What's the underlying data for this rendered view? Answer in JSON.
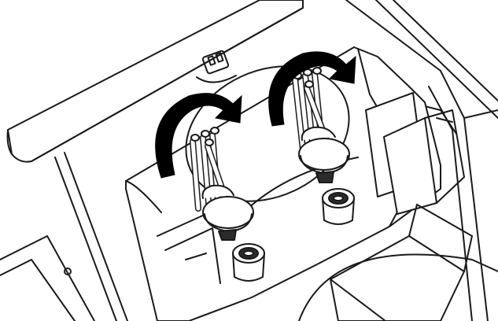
{
  "figure": {
    "line_color": "#1a1a1a",
    "fill_color": "#ffffff",
    "arrow_color": "#000000",
    "shade_color": "#2b2b2b",
    "rotation": "clockwise",
    "parts": [
      "housing",
      "lid",
      "bowl",
      "left-lamp-rod-assembly",
      "right-lamp-rod-assembly",
      "rotation-arrow-left",
      "rotation-arrow-right",
      "lamp-socket-left",
      "lamp-socket-right",
      "side-panel",
      "front-block"
    ]
  }
}
